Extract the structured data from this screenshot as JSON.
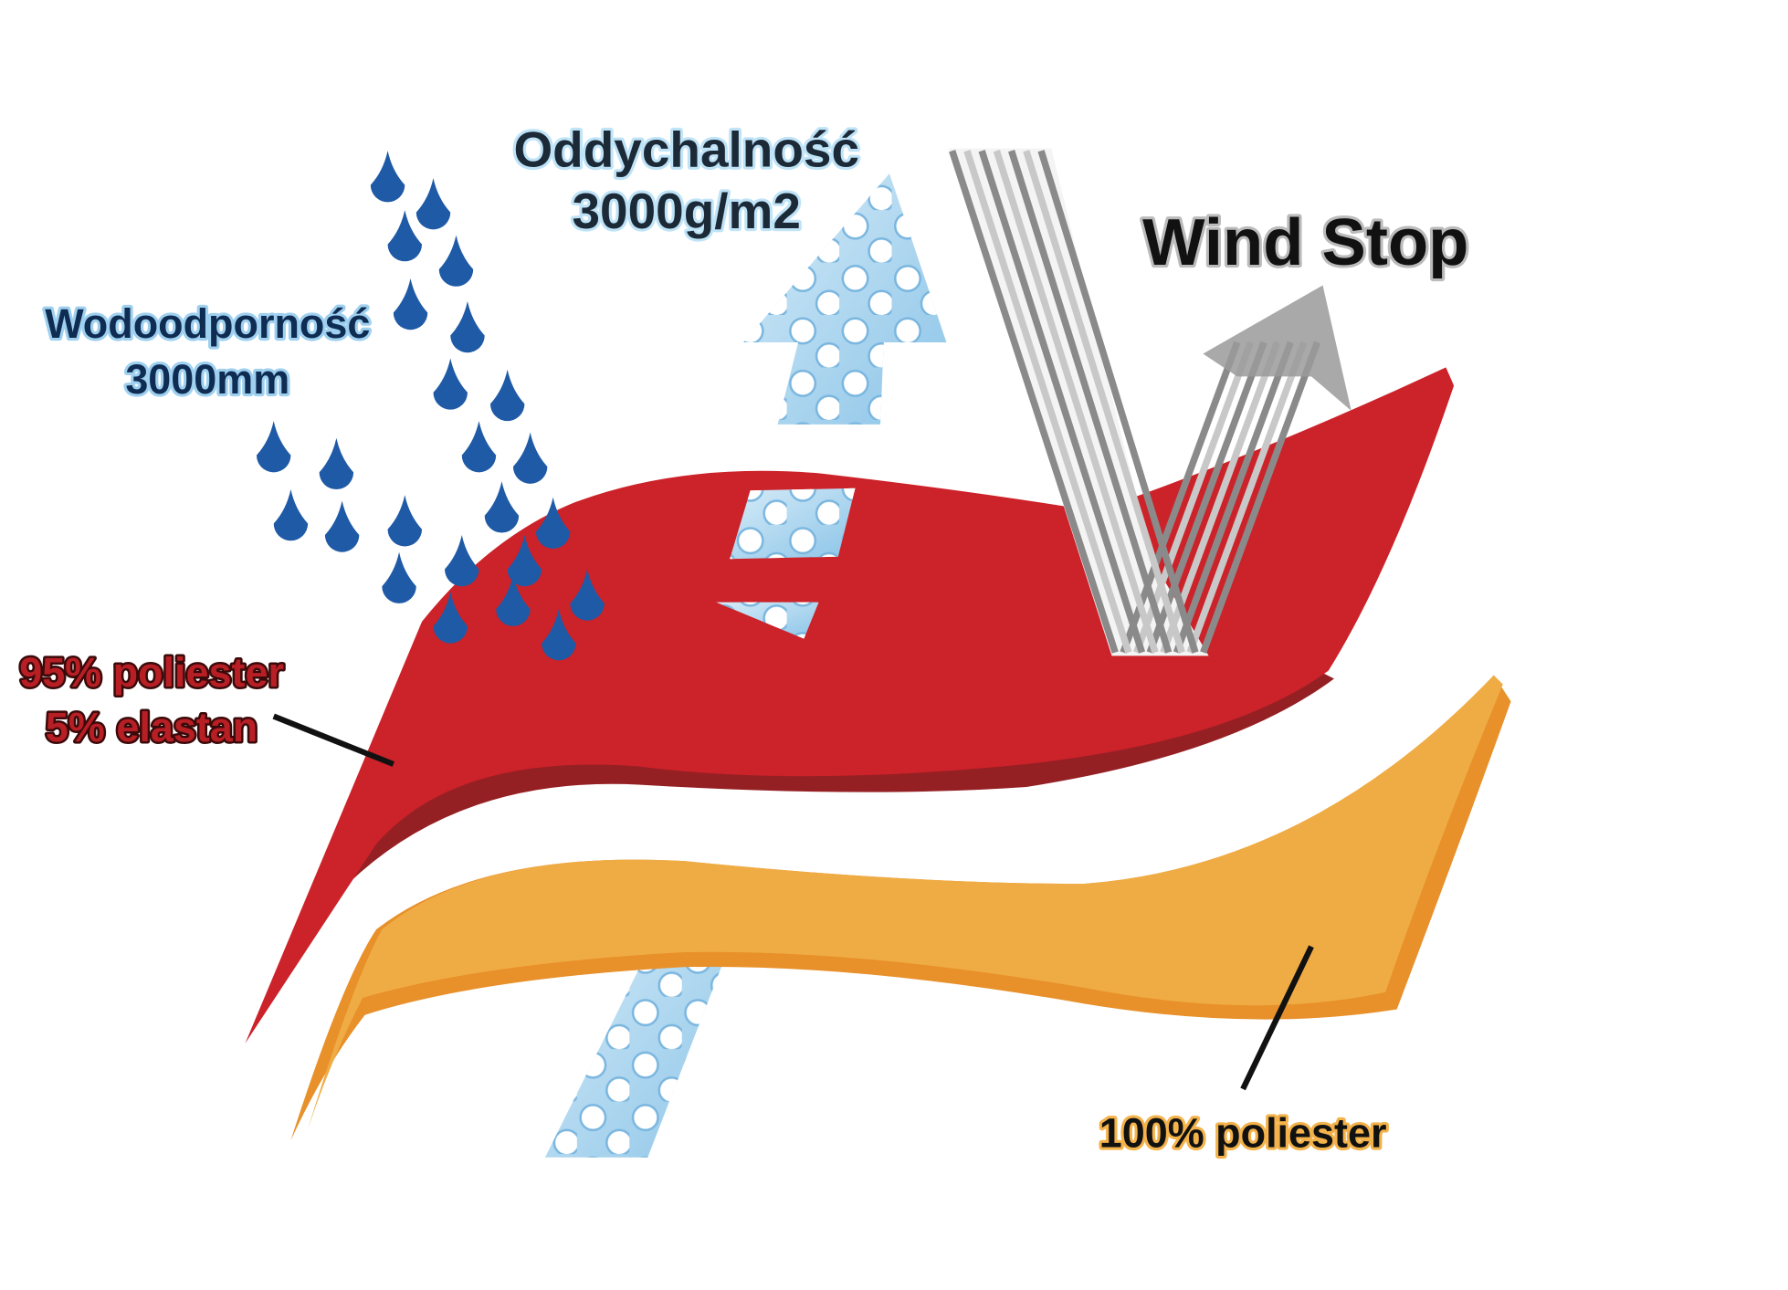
{
  "labels": {
    "waterproof_title": "Wodoodporność",
    "waterproof_value": "3000mm",
    "breathability_title": "Oddychalność",
    "breathability_value": "3000g/m2",
    "wind": "Wind Stop",
    "outer_line1": "95% poliester",
    "outer_line2": "5% elastan",
    "inner": "100% poliester"
  },
  "colors": {
    "outer_layer": "#cc2229",
    "outer_edge": "#952024",
    "inner_layer": "#f0ac44",
    "inner_edge": "#e8902a",
    "water_drop": "#1f5aa6",
    "air_arrow": "#a9d5ef",
    "wind_stripe": "#9a9a9a"
  }
}
